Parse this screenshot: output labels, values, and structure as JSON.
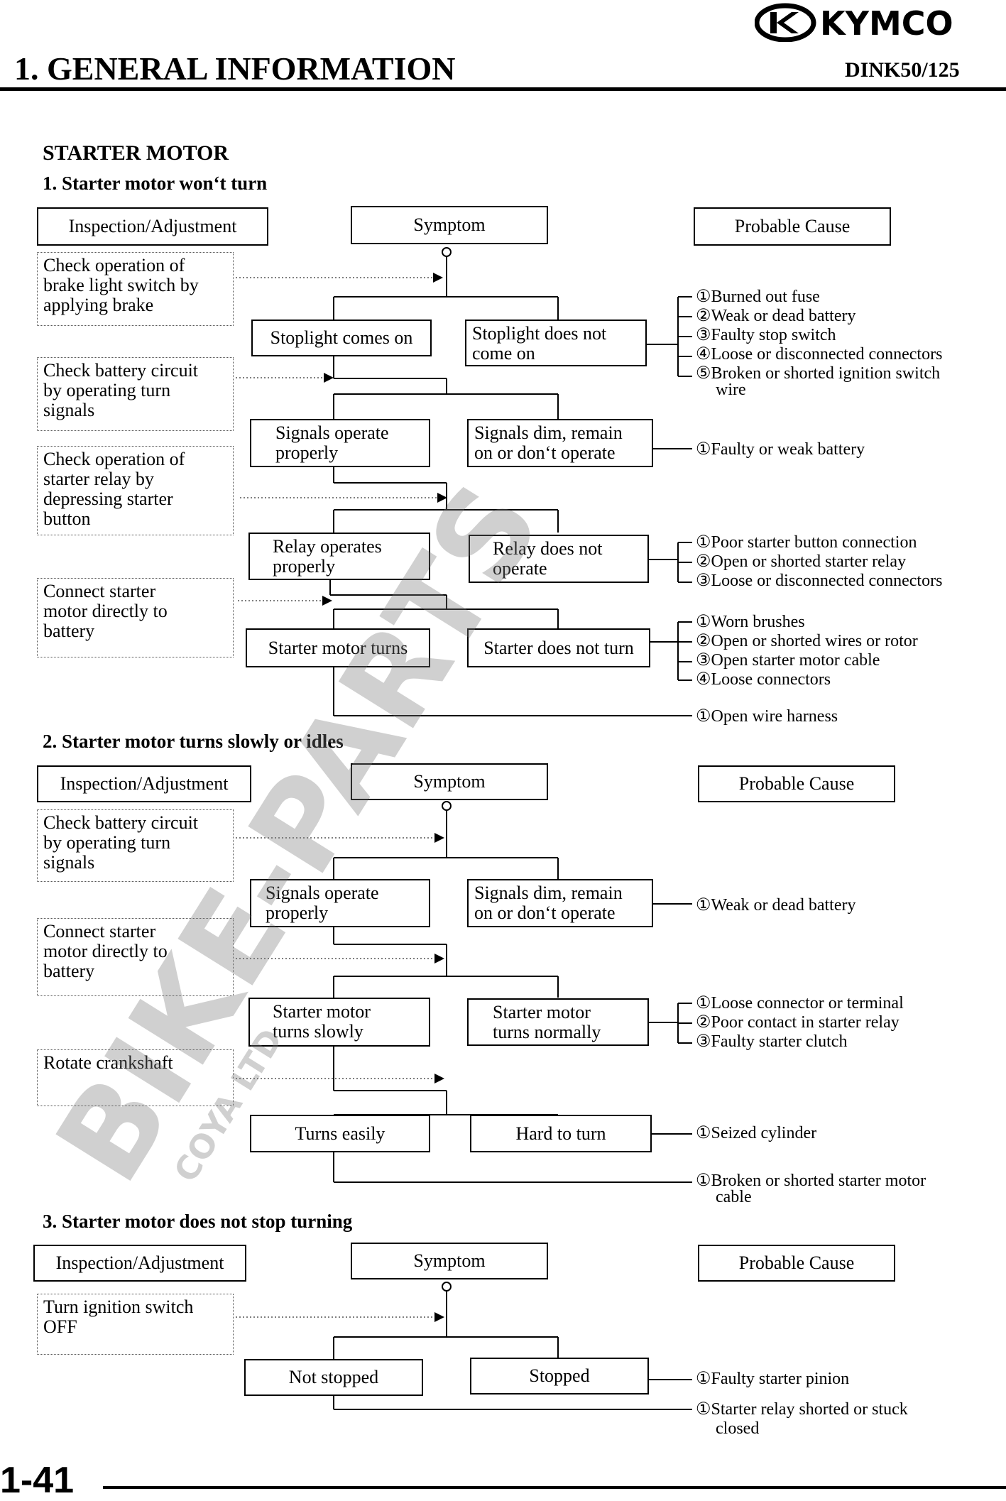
{
  "header": {
    "title": "1. GENERAL INFORMATION",
    "model": "DINK50/125",
    "logo": "KYMCO"
  },
  "page_heading": "STARTER MOTOR",
  "labels": {
    "inspection": "Inspection/Adjustment",
    "symptom": "Symptom",
    "cause": "Probable Cause"
  },
  "s1": {
    "title": "1. Starter motor won‘t turn",
    "checks": [
      "Check operation of\nbrake light switch by\napplying brake",
      "Check battery circuit\nby operating turn\nsignals",
      "Check operation of\nstarter relay by\ndepressing starter\nbutton",
      "Connect starter\nmotor directly to\nbattery"
    ],
    "sym_l1": "Stoplight comes on",
    "sym_r1": "Stoplight does not\ncome on",
    "sym_l2": "Signals operate\nproperly",
    "sym_r2": "Signals dim, remain\non or don‘t operate",
    "sym_l3": "Relay operates\nproperly",
    "sym_r3": "Relay does not\noperate",
    "sym_l4": "Starter motor turns",
    "sym_r4": "Starter does not turn",
    "causes1": [
      "①Burned out fuse",
      "②Weak or dead battery",
      "③Faulty stop switch",
      "④Loose or disconnected connectors",
      "⑤Broken or shorted ignition switch",
      "wire"
    ],
    "causes2": [
      "①Faulty or weak battery"
    ],
    "causes3": [
      "①Poor starter button connection",
      "②Open or shorted starter relay",
      "③Loose or disconnected connectors"
    ],
    "causes4": [
      "①Worn brushes",
      "②Open or shorted wires or rotor",
      "③Open starter motor cable",
      "④Loose connectors"
    ],
    "causes5": [
      "①Open wire harness"
    ]
  },
  "s2": {
    "title": "2. Starter motor turns slowly or idles",
    "checks": [
      "Check battery circuit\nby operating turn\nsignals",
      "Connect starter\nmotor directly to\nbattery",
      "Rotate crankshaft"
    ],
    "sym_l1": "Signals operate\nproperly",
    "sym_r1": "Signals dim, remain\non or don‘t operate",
    "sym_l2": "Starter motor\nturns slowly",
    "sym_r2": "Starter motor\nturns normally",
    "sym_l3": "Turns easily",
    "sym_r3": "Hard to turn",
    "causes1": [
      "①Weak or dead battery"
    ],
    "causes2": [
      "①Loose connector or terminal",
      "②Poor contact in starter relay",
      "③Faulty starter clutch"
    ],
    "causes3": [
      "①Seized cylinder"
    ],
    "causes4": [
      "①Broken or shorted starter motor",
      "cable"
    ]
  },
  "s3": {
    "title": "3. Starter motor does not stop turning",
    "checks": [
      "Turn ignition switch\nOFF"
    ],
    "sym_l1": "Not stopped",
    "sym_r1": "Stopped",
    "causes1": [
      "①Faulty starter pinion"
    ],
    "causes2": [
      "①Starter relay shorted or stuck",
      "closed"
    ]
  },
  "footer": {
    "page_number": "1-41"
  },
  "watermark": {
    "main": "BIKE-PARTS",
    "sub": "COYA LTD"
  }
}
